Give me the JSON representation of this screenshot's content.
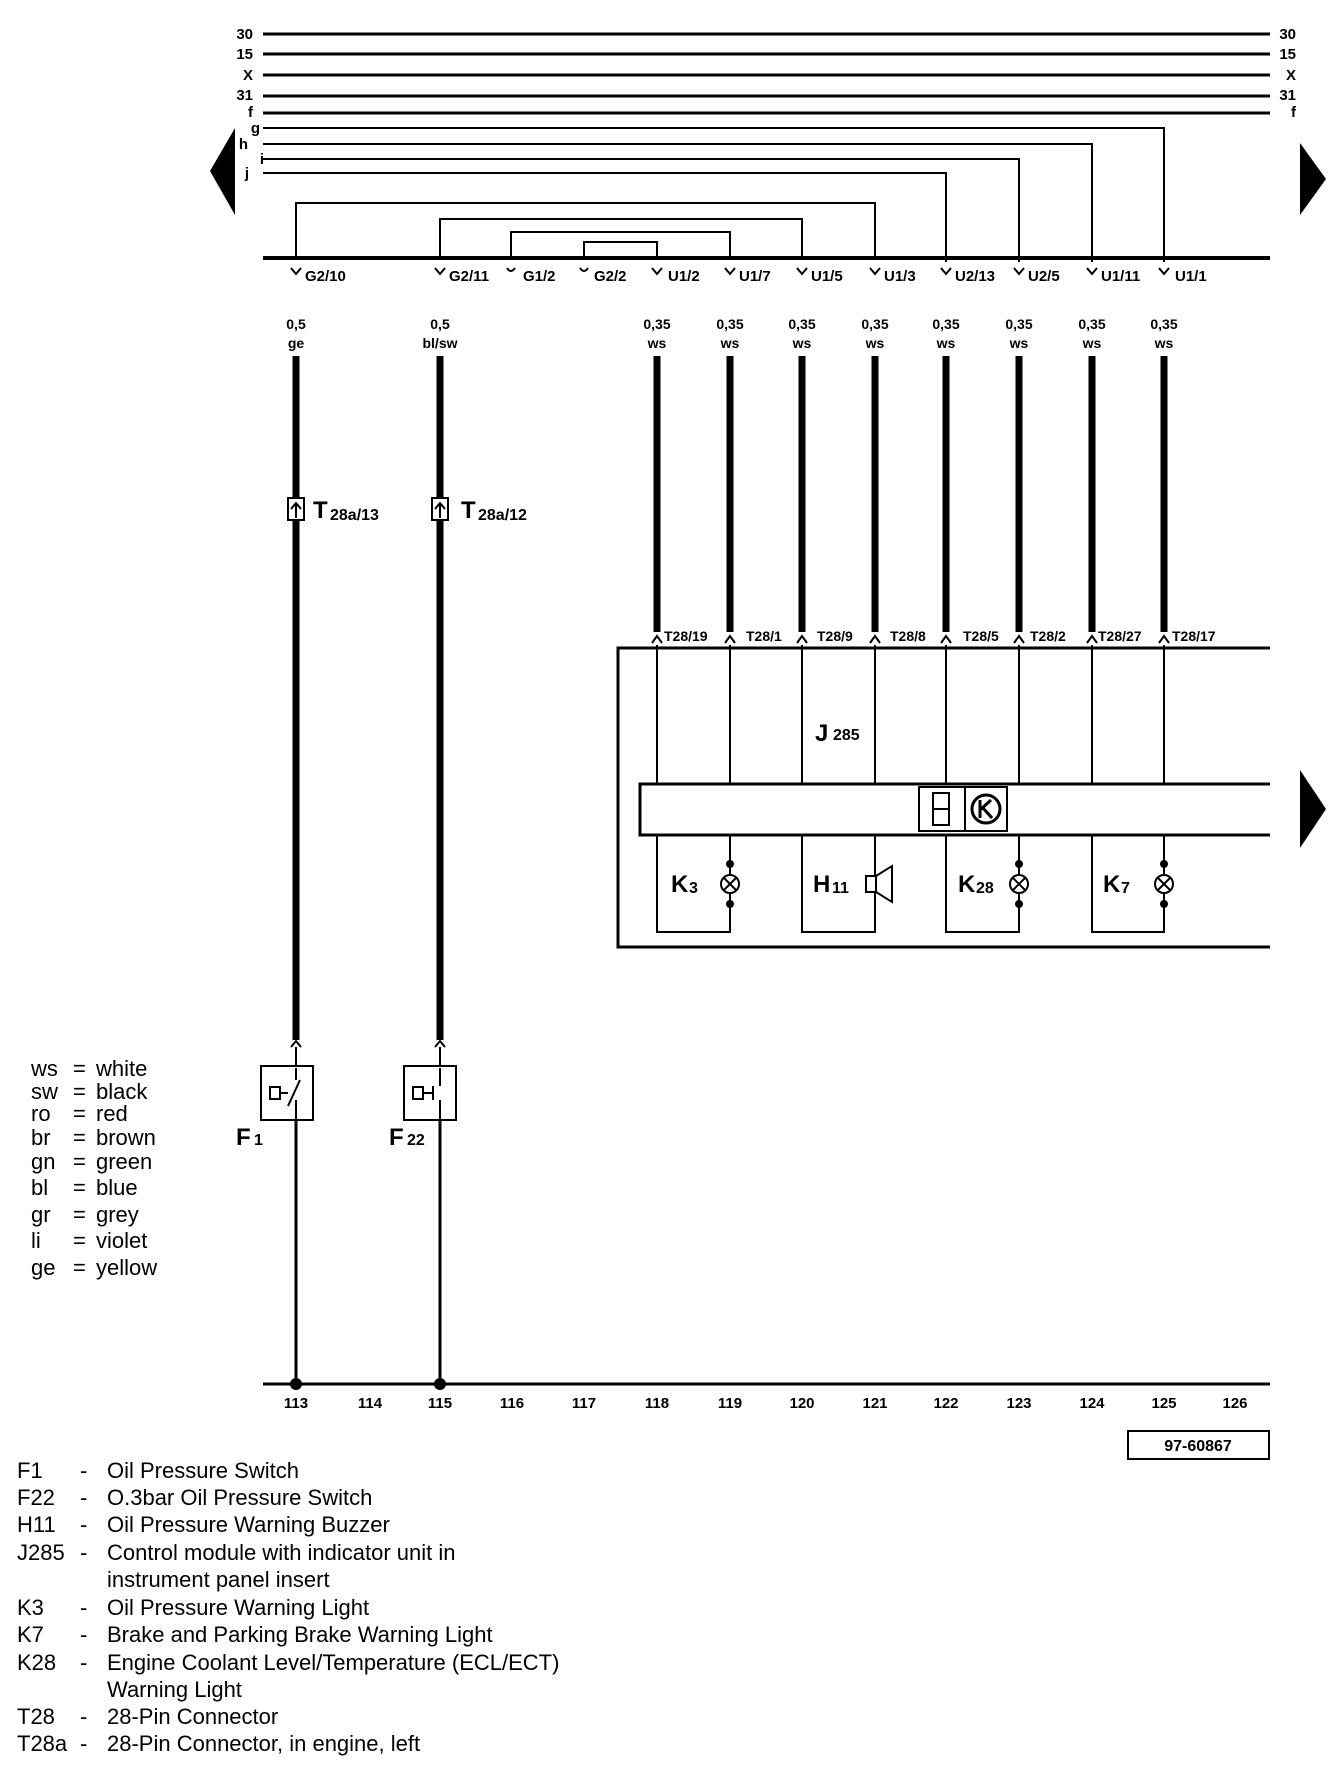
{
  "bus_lines": [
    "30",
    "15",
    "X",
    "31",
    "f"
  ],
  "branch_lines": [
    "g",
    "h",
    "i",
    "j"
  ],
  "pins": [
    {
      "label": "G2/10",
      "spec_size": "0,5",
      "spec_color": "ge"
    },
    {
      "label": "G2/11",
      "spec_size": "0,5",
      "spec_color": "bl/sw"
    },
    {
      "label": "G1/2"
    },
    {
      "label": "G2/2"
    },
    {
      "label": "U1/2",
      "spec_size": "0,35",
      "spec_color": "ws"
    },
    {
      "label": "U1/7",
      "spec_size": "0,35",
      "spec_color": "ws"
    },
    {
      "label": "U1/5",
      "spec_size": "0,35",
      "spec_color": "ws"
    },
    {
      "label": "U1/3",
      "spec_size": "0,35",
      "spec_color": "ws"
    },
    {
      "label": "U2/13",
      "spec_size": "0,35",
      "spec_color": "ws"
    },
    {
      "label": "U2/5",
      "spec_size": "0,35",
      "spec_color": "ws"
    },
    {
      "label": "U1/11",
      "spec_size": "0,35",
      "spec_color": "ws"
    },
    {
      "label": "U1/1",
      "spec_size": "0,35",
      "spec_color": "ws"
    }
  ],
  "t28a": [
    {
      "main": "T",
      "sub": "28a/13"
    },
    {
      "main": "T",
      "sub": "28a/12"
    }
  ],
  "t28": [
    "T28/19",
    "T28/1",
    "T28/9",
    "T28/8",
    "T28/5",
    "T28/2",
    "T28/27",
    "T28/17"
  ],
  "components": {
    "j285": {
      "main": "J",
      "sub": "285"
    },
    "k3": {
      "main": "K",
      "sub": "3"
    },
    "h11": {
      "main": "H",
      "sub": "11"
    },
    "k28": {
      "main": "K",
      "sub": "28"
    },
    "k7": {
      "main": "K",
      "sub": "7"
    },
    "f1": {
      "main": "F",
      "sub": "1"
    },
    "f22": {
      "main": "F",
      "sub": "22"
    }
  },
  "column_numbers": [
    "113",
    "114",
    "115",
    "116",
    "117",
    "118",
    "119",
    "120",
    "121",
    "122",
    "123",
    "124",
    "125",
    "126"
  ],
  "reference": "97-60867",
  "color_codes": [
    {
      "code": "ws",
      "name": "white"
    },
    {
      "code": "sw",
      "name": "black"
    },
    {
      "code": "ro",
      "name": "red"
    },
    {
      "code": "br",
      "name": "brown"
    },
    {
      "code": "gn",
      "name": "green"
    },
    {
      "code": "bl",
      "name": "blue"
    },
    {
      "code": "gr",
      "name": "grey"
    },
    {
      "code": "li",
      "name": "violet"
    },
    {
      "code": "ge",
      "name": "yellow"
    }
  ],
  "component_legend": [
    {
      "code": "F1",
      "desc": "Oil Pressure Switch"
    },
    {
      "code": "F22",
      "desc": "O.3bar Oil Pressure Switch"
    },
    {
      "code": "H11",
      "desc": "Oil Pressure Warning Buzzer"
    },
    {
      "code": "J285",
      "desc": "Control module with indicator unit in",
      "desc2": "instrument panel insert"
    },
    {
      "code": "K3",
      "desc": "Oil Pressure Warning Light"
    },
    {
      "code": "K7",
      "desc": "Brake and Parking Brake Warning Light"
    },
    {
      "code": "K28",
      "desc": "Engine Coolant Level/Temperature (ECL/ECT)",
      "desc2": "Warning Light"
    },
    {
      "code": "T28",
      "desc": "28-Pin Connector"
    },
    {
      "code": "T28a",
      "desc": "28-Pin Connector, in engine, left"
    }
  ]
}
